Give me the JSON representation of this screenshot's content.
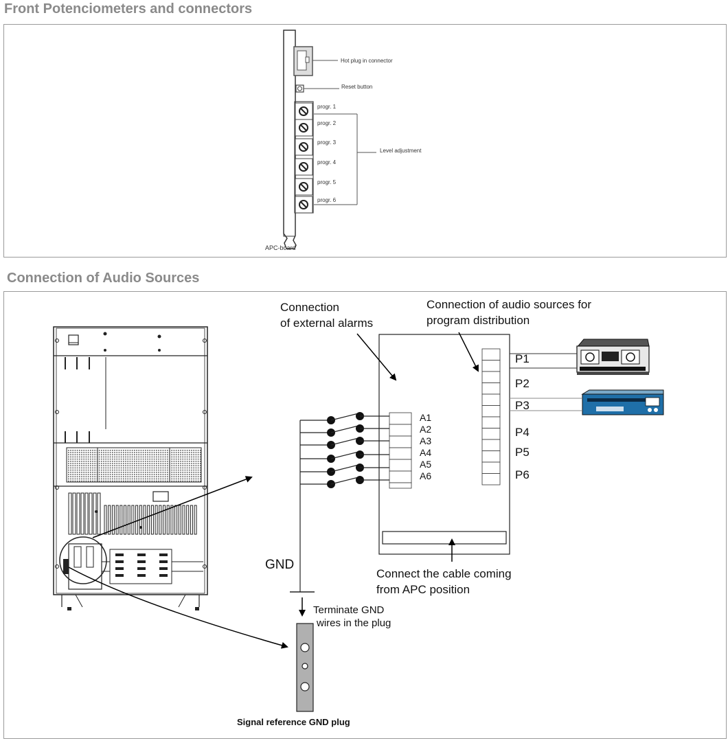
{
  "sections": {
    "front": {
      "title": "Front Potenciometers and connectors",
      "hot_plug_label": "Hot plug in connector",
      "reset_label": "Reset button",
      "level_label": "Level adjustment",
      "board_label": "APC-board",
      "progs": [
        "progr. 1",
        "progr. 2",
        "progr. 3",
        "progr. 4",
        "progr. 5",
        "progr. 6"
      ]
    },
    "audio": {
      "title": "Connection of Audio Sources",
      "alarms_label_1": "Connection",
      "alarms_label_2": "of external alarms",
      "sources_label_1": "Connection of audio sources for",
      "sources_label_2": "program distribution",
      "alarm_terms": [
        "A1",
        "A2",
        "A3",
        "A4",
        "A5",
        "A6"
      ],
      "program_terms": [
        "P1",
        "P2",
        "P3",
        "P4",
        "P5",
        "P6"
      ],
      "gnd_label": "GND",
      "cable_label_1": "Connect the cable coming",
      "cable_label_2": "from APC position",
      "terminate_label_1": "Terminate GND",
      "terminate_label_2": "wires in the plug",
      "plug_label": "Signal reference GND plug"
    }
  },
  "colors": {
    "title": "#8a8a8a",
    "frame": "#9a9a9a",
    "plug": "#b0b0b0",
    "device_blue": "#1f6fa8"
  }
}
